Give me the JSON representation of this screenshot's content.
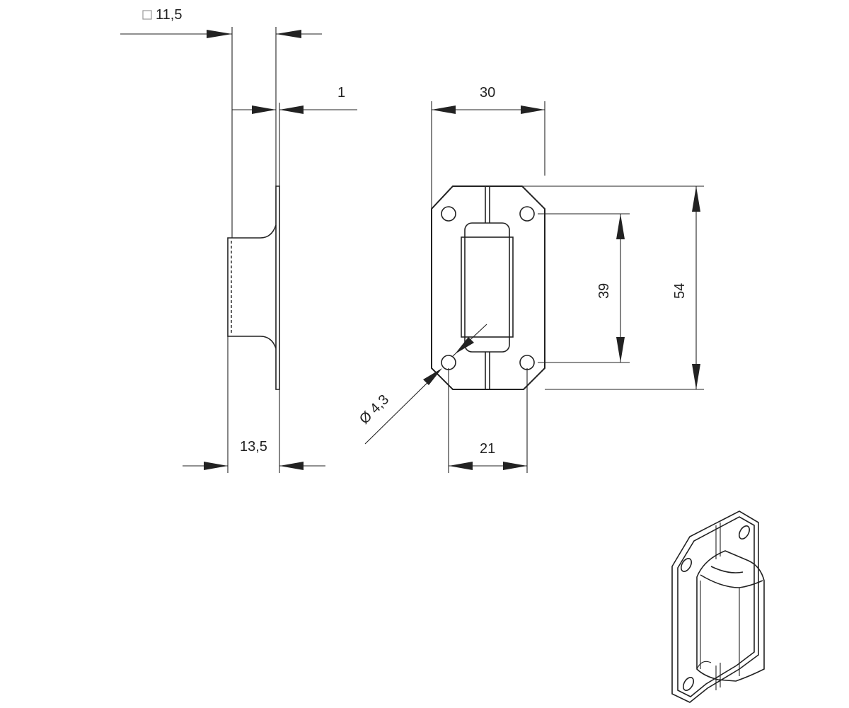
{
  "dimensions": {
    "square_profile": "11,5",
    "sheet_thickness": "1",
    "plate_width": "30",
    "hole_spacing_vertical": "39",
    "plate_height": "54",
    "hole_diameter": "Ø 4,3",
    "hole_spacing_horizontal": "21",
    "depth": "13,5"
  },
  "colors": {
    "line": "#222222",
    "background": "#ffffff"
  }
}
